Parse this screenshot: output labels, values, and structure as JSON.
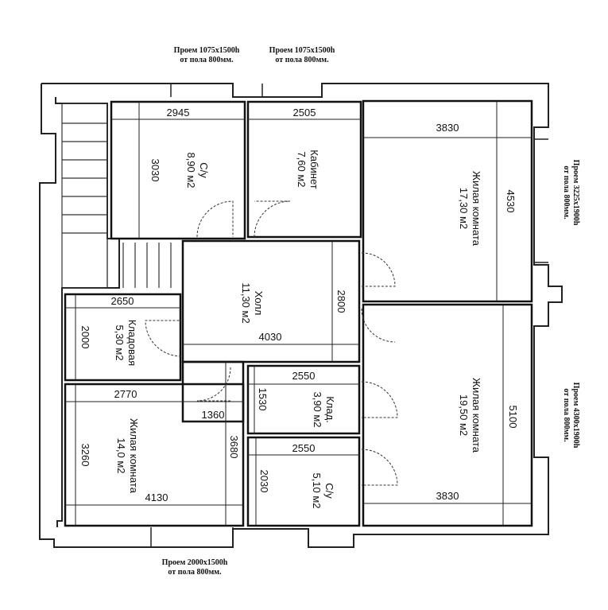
{
  "notes": {
    "top_left": {
      "line1": "Проем 1075x1500h",
      "line2": "от пола 800мм."
    },
    "top_right": {
      "line1": "Проем 1075x1500h",
      "line2": "от пола 800мм."
    },
    "right_upper": {
      "line1": "Проем 3225x1900h",
      "line2": "от пола 800мм."
    },
    "right_lower": {
      "line1": "Проем 4300x1900h",
      "line2": "от пола 800мм."
    },
    "bottom": {
      "line1": "Проем 2000x1500h",
      "line2": "от пола 800мм."
    }
  },
  "rooms": {
    "bath_top": {
      "name": "С/у",
      "area": "8,90 м2"
    },
    "office": {
      "name": "Кабинет",
      "area": "7,60 м2"
    },
    "living_top": {
      "name": "Жилая комната",
      "area": "17,30 м2"
    },
    "hall": {
      "name": "Холл",
      "area": "11,30 м2"
    },
    "storage_left": {
      "name": "Кладовая",
      "area": "5,30 м2"
    },
    "storage_mid": {
      "name": "Клад.",
      "area": "3,90 м2"
    },
    "living_bottom": {
      "name": "Жилая комната",
      "area": "19,50 м2"
    },
    "living_left": {
      "name": "Жилая комната",
      "area": "14,0 м2"
    },
    "bath_bottom": {
      "name": "С/у",
      "area": "5,10 м2"
    }
  },
  "dims": {
    "bath_top_w": "2945",
    "bath_top_h": "3030",
    "office_w": "2505",
    "living_top_w": "3830",
    "living_top_h": "4530",
    "hall_w": "4030",
    "hall_h": "2800",
    "storage_left_w": "2650",
    "storage_left_h": "2000",
    "storage_mid_w": "2550",
    "storage_mid_h": "1530",
    "corridor_w": "1360",
    "corridor_h": "3680",
    "living_left_w": "2770",
    "living_left_h": "3260",
    "living_left_len": "4130",
    "bath_bottom_w": "2550",
    "bath_bottom_h": "2030",
    "living_bottom_h": "5100",
    "living_bottom_w": "3830"
  }
}
